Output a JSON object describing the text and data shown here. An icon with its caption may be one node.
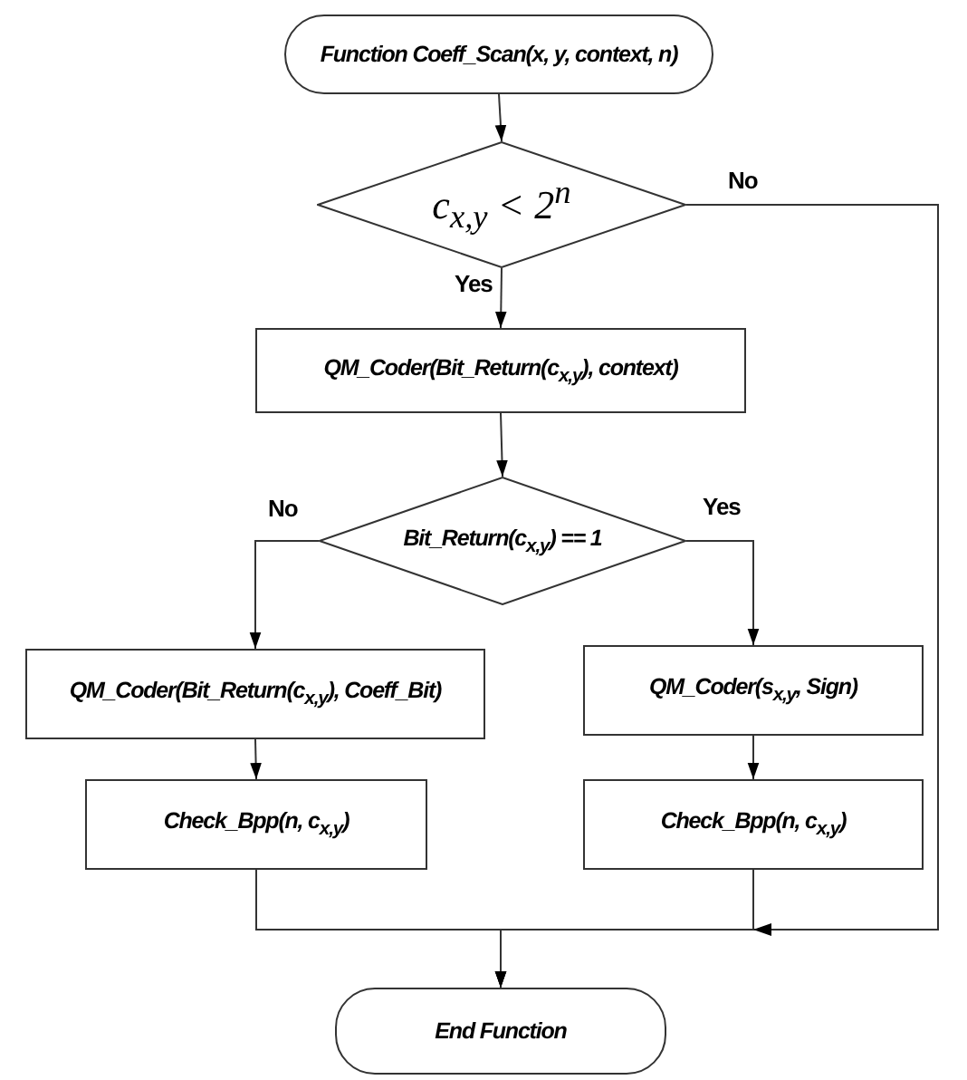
{
  "diagram": {
    "nodes": [
      {
        "text": [
          "Function Coeff_Scan(x, y, context, n)"
        ]
      },
      {
        "text": [
          "c$_{x,y}$ < 2$^{n}$"
        ]
      },
      {
        "text": [
          "QM_Coder(Bit_Return(c$_{x,y}$), context)"
        ]
      },
      {
        "text": [
          "Bit_Return(c$_{x,y}$) == 1"
        ]
      },
      {
        "text": [
          "QM_Coder(Bit_Return(c$_{x,y}$), Coeff_Bit)"
        ]
      },
      {
        "text": [
          "QM_Coder(s$_{x,y}$, Sign)"
        ]
      },
      {
        "text": [
          "Check_Bpp(n, c$_{x,y}$)"
        ]
      },
      {
        "text": [
          "Check_Bpp(n, c$_{x,y}$)"
        ]
      },
      {
        "text": [
          "End Function"
        ]
      }
    ],
    "edges": [
      {
        "from": 0,
        "to": 1,
        "arrow": "to"
      },
      {
        "from": 1,
        "to": 2,
        "arrow": "to",
        "label": "Yes"
      },
      {
        "from": 2,
        "to": 3,
        "arrow": "to"
      },
      {
        "from": 3,
        "to": 4,
        "arrow": "to",
        "label": "No"
      },
      {
        "from": 3,
        "to": 5,
        "arrow": "to",
        "label": "Yes"
      },
      {
        "from": 4,
        "to": 6,
        "arrow": "to"
      },
      {
        "from": 5,
        "to": 7,
        "arrow": "to"
      },
      {
        "from": 6,
        "to": 8,
        "arrow": "to"
      },
      {
        "from": 7,
        "to": 8,
        "arrow": "to"
      },
      {
        "from": 1,
        "to": 8,
        "arrow": "to",
        "label": "No"
      }
    ]
  }
}
